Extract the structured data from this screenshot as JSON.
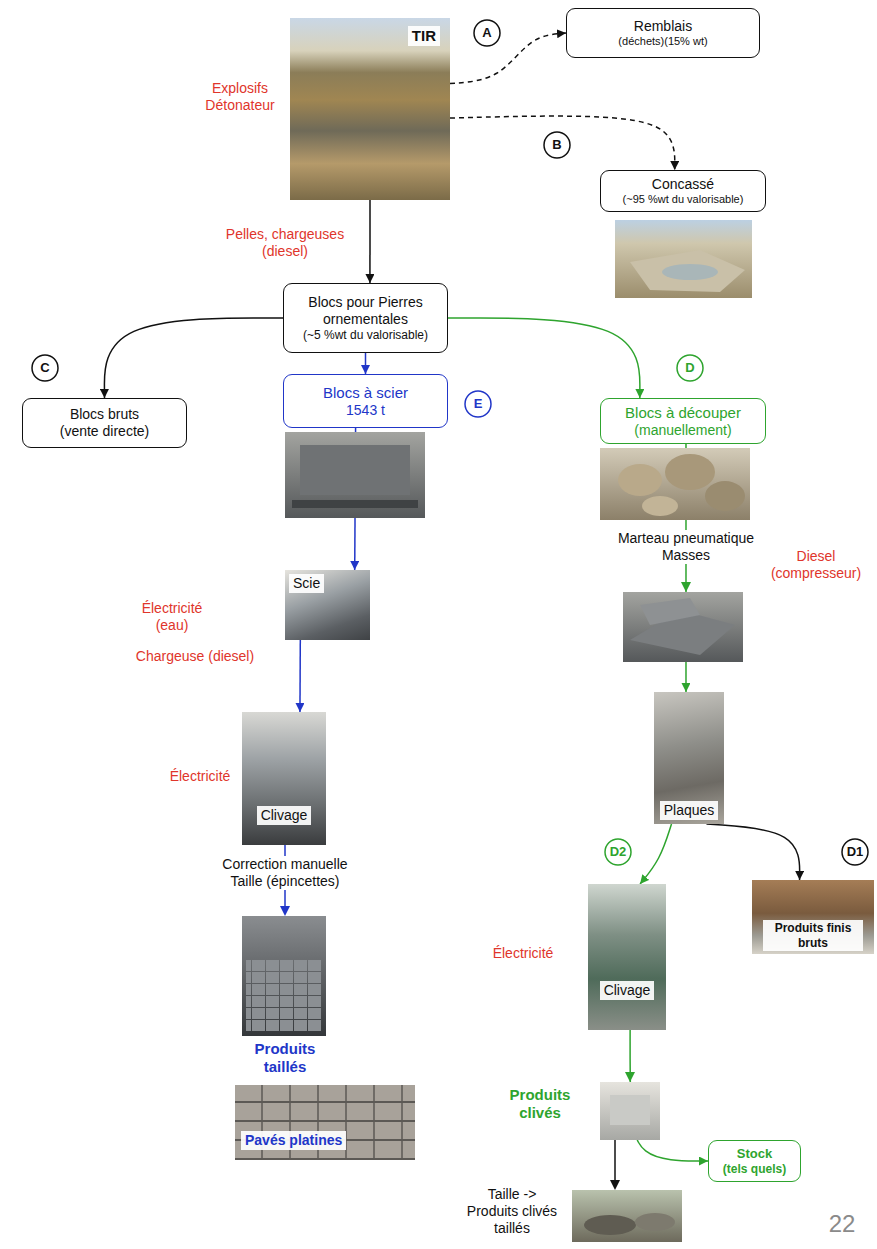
{
  "diagram": {
    "nodes": [
      {
        "text": [
          "TIR"
        ]
      },
      {
        "text": [
          "A"
        ]
      },
      {
        "text": [
          "Remblais",
          "(déchets)(15% wt)"
        ]
      },
      {
        "text": [
          "B"
        ]
      },
      {
        "text": [
          "Concassé",
          "(~95 %wt du valorisable)"
        ]
      },
      {
        "text": [
          "Blocs pour Pierres ornementales",
          "(~5 %wt du valorisable)"
        ]
      },
      {
        "text": [
          "C"
        ]
      },
      {
        "text": [
          "Blocs bruts",
          "(vente directe)"
        ]
      },
      {
        "text": [
          "Blocs à scier",
          "1543 t"
        ]
      },
      {
        "text": [
          "E"
        ]
      },
      {
        "text": [
          "D"
        ]
      },
      {
        "text": [
          "Blocs à découper",
          "(manuellement)"
        ]
      },
      {
        "text": [
          "Scie"
        ]
      },
      {
        "text": [
          "Clivage"
        ]
      },
      {
        "text": [
          "Plaques"
        ]
      },
      {
        "text": [
          "D2"
        ]
      },
      {
        "text": [
          "D1"
        ]
      },
      {
        "text": [
          "Clivage"
        ]
      },
      {
        "text": [
          "Produits finis bruts"
        ]
      },
      {
        "text": [
          "Pavés platines"
        ]
      },
      {
        "text": [
          "Stock",
          "(tels quels)"
        ]
      }
    ],
    "edges": [
      {
        "from": 0,
        "to": 2,
        "arrow": "to"
      },
      {
        "from": 0,
        "to": 4,
        "arrow": "to"
      },
      {
        "from": 0,
        "to": 5,
        "arrow": "to"
      },
      {
        "from": 5,
        "to": 7,
        "arrow": "to"
      },
      {
        "from": 5,
        "to": 8,
        "arrow": "to"
      },
      {
        "from": 5,
        "to": 11,
        "arrow": "to"
      },
      {
        "from": 8,
        "to": 12,
        "arrow": "to"
      },
      {
        "from": 12,
        "to": 13,
        "arrow": "to"
      },
      {
        "from": 11,
        "to": 14,
        "arrow": "to"
      },
      {
        "from": 14,
        "to": 17,
        "arrow": "to"
      },
      {
        "from": 14,
        "to": 18,
        "arrow": "to"
      },
      {
        "from": 17,
        "to": 20,
        "arrow": "to"
      }
    ],
    "labels": [
      "Explosifs Détonateur",
      "Pelles, chargeuses (diesel)",
      "Électricité (eau)",
      "Chargeuse (diesel)",
      "Électricité",
      "Correction manuelle Taille (épincettes)",
      "Produits taillés",
      "Marteau pneumatique Masses",
      "Diesel (compresseur)",
      "Électricité",
      "Produits clivés",
      "Taille -> Produits clivés taillés",
      "22"
    ]
  }
}
